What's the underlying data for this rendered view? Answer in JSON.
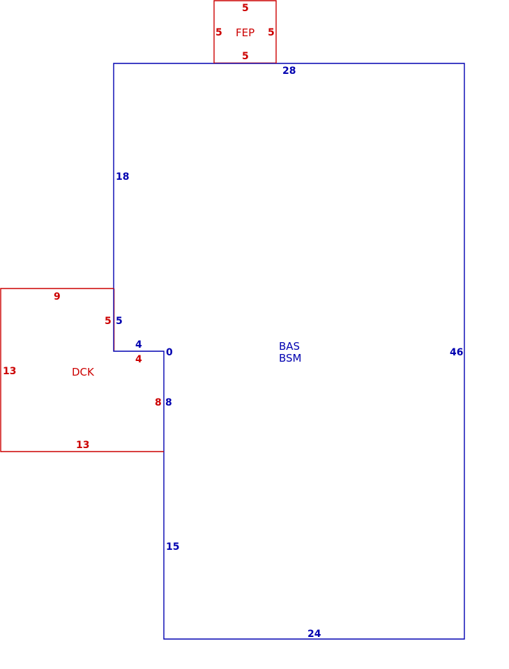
{
  "colors": {
    "main": "#0000b0",
    "addition": "#cc0000"
  },
  "areas": {
    "main": {
      "code1": "BAS",
      "code2": "BSM"
    },
    "porch": {
      "code": "FEP"
    },
    "deck": {
      "code": "DCK"
    }
  },
  "dimensions": {
    "main": {
      "top": "28",
      "right": "46",
      "bottom": "24",
      "left_lower": "15",
      "jog_vertical": "8",
      "jog_zero": "0",
      "jog_horizontal": "4",
      "left_mid": "5",
      "left_upper": "18"
    },
    "porch": {
      "top": "5",
      "left": "5",
      "right": "5",
      "bottom": "5"
    },
    "deck": {
      "top": "9",
      "left": "13",
      "bottom": "13",
      "right_upper": "5",
      "right_jog": "4",
      "right_lower": "8"
    }
  }
}
